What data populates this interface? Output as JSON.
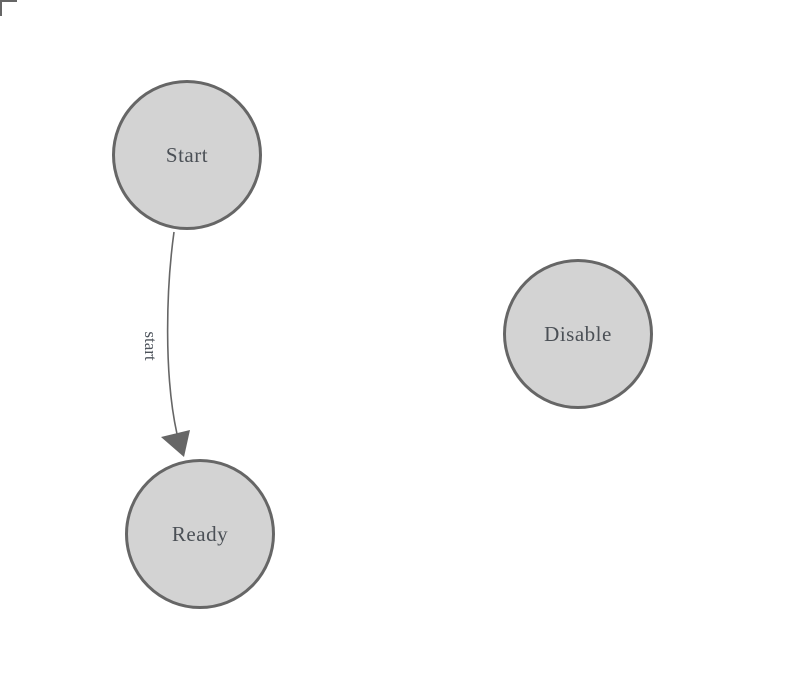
{
  "diagram": {
    "kind": "finite-state-machine",
    "background_color": "#ffffff",
    "node_fill": "#d3d3d3",
    "node_stroke": "#666666",
    "edge_color": "#666666",
    "label_color": "#4b5056",
    "nodes": [
      {
        "id": "start",
        "label": "Start"
      },
      {
        "id": "ready",
        "label": "Ready"
      },
      {
        "id": "disable",
        "label": "Disable"
      }
    ],
    "edges": [
      {
        "from": "start",
        "to": "ready",
        "label": "start"
      }
    ]
  }
}
